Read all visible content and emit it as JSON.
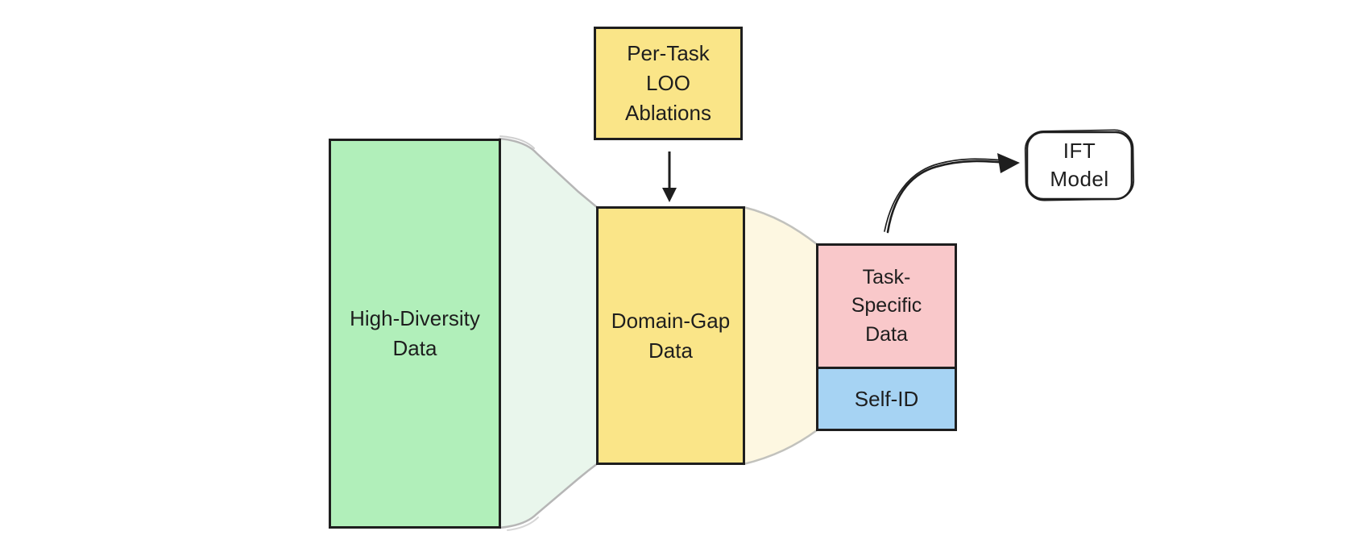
{
  "diagram": {
    "type": "funnel-flow",
    "background": "#ffffff",
    "nodes": {
      "high_diversity_data": {
        "label": "High-Diversity\nData",
        "fill": "#b1efba",
        "stroke": "#1e1e1e"
      },
      "per_task_loo_ablations": {
        "label": "Per-Task\nLOO\nAblations",
        "fill": "#fae588",
        "stroke": "#1e1e1e"
      },
      "domain_gap_data": {
        "label": "Domain-Gap\nData",
        "fill": "#fae588",
        "stroke": "#1e1e1e"
      },
      "task_specific_data": {
        "label": "Task-\nSpecific\nData",
        "fill": "#f9c8ca",
        "stroke": "#1e1e1e"
      },
      "self_id": {
        "label": "Self-ID",
        "fill": "#a6d3f3",
        "stroke": "#1e1e1e"
      },
      "ift_model": {
        "label": "IFT\nModel",
        "fill": "#ffffff",
        "stroke": "#1e1e1e",
        "style": "hand-drawn rounded"
      }
    },
    "connectors": {
      "funnel_green": {
        "from": "high_diversity_data",
        "to": "domain_gap_data",
        "fill": "#e9f6ec",
        "stroke": "#b6b6b6"
      },
      "funnel_yellow": {
        "from": "domain_gap_data",
        "to": "task_specific_data + self_id",
        "fill": "#fdf7e1",
        "stroke": "#c2c2bd"
      },
      "down_arrow": {
        "from": "per_task_loo_ablations",
        "to": "domain_gap_data",
        "stroke": "#1e1e1e",
        "head": "solid-triangle"
      },
      "curved_arrow": {
        "from": "task_specific_data",
        "to": "ift_model",
        "stroke": "#1e1e1e",
        "head": "solid-triangle",
        "style": "sketchy-double-line"
      }
    }
  }
}
